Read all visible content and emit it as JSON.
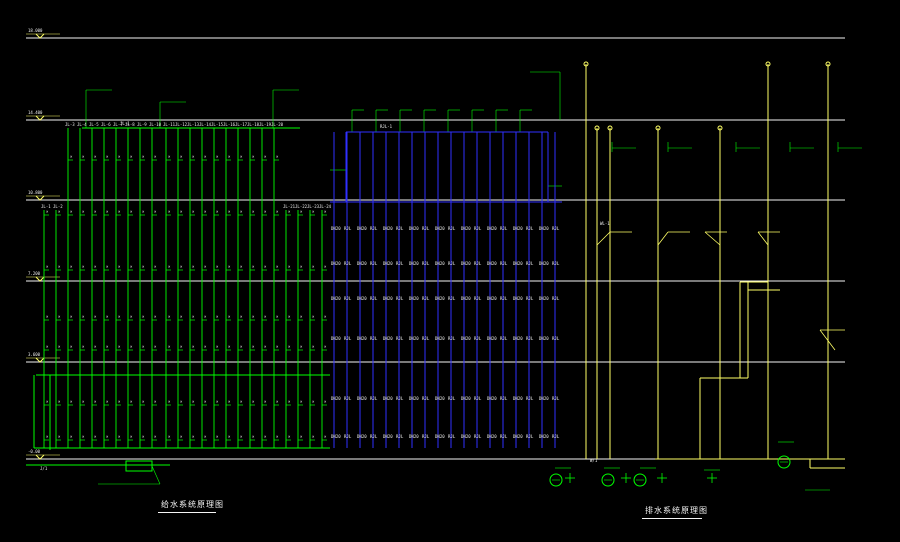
{
  "drawing": {
    "background": "#000000",
    "colors": {
      "floor_line": "#f5f5f5",
      "supply_pipe": "#00ff00",
      "hot_pipe": "#3030ff",
      "drain_pipe": "#ffff66",
      "label": "#f0f0f0"
    },
    "titles": {
      "supply": "给水系统原理图",
      "drainage": "排水系统原理图"
    },
    "floor_levels": [
      "-0.00",
      "3.600",
      "7.200",
      "10.800",
      "14.400",
      "18.000"
    ],
    "tags": {
      "supply_main": "JL-1",
      "hot_main": "RJL-1",
      "drain_main": "WL-1",
      "entry": "J/1",
      "exit": "W/1"
    },
    "icons": [
      "water-meter-icon",
      "cleanout-icon",
      "vent-cap-icon"
    ]
  }
}
